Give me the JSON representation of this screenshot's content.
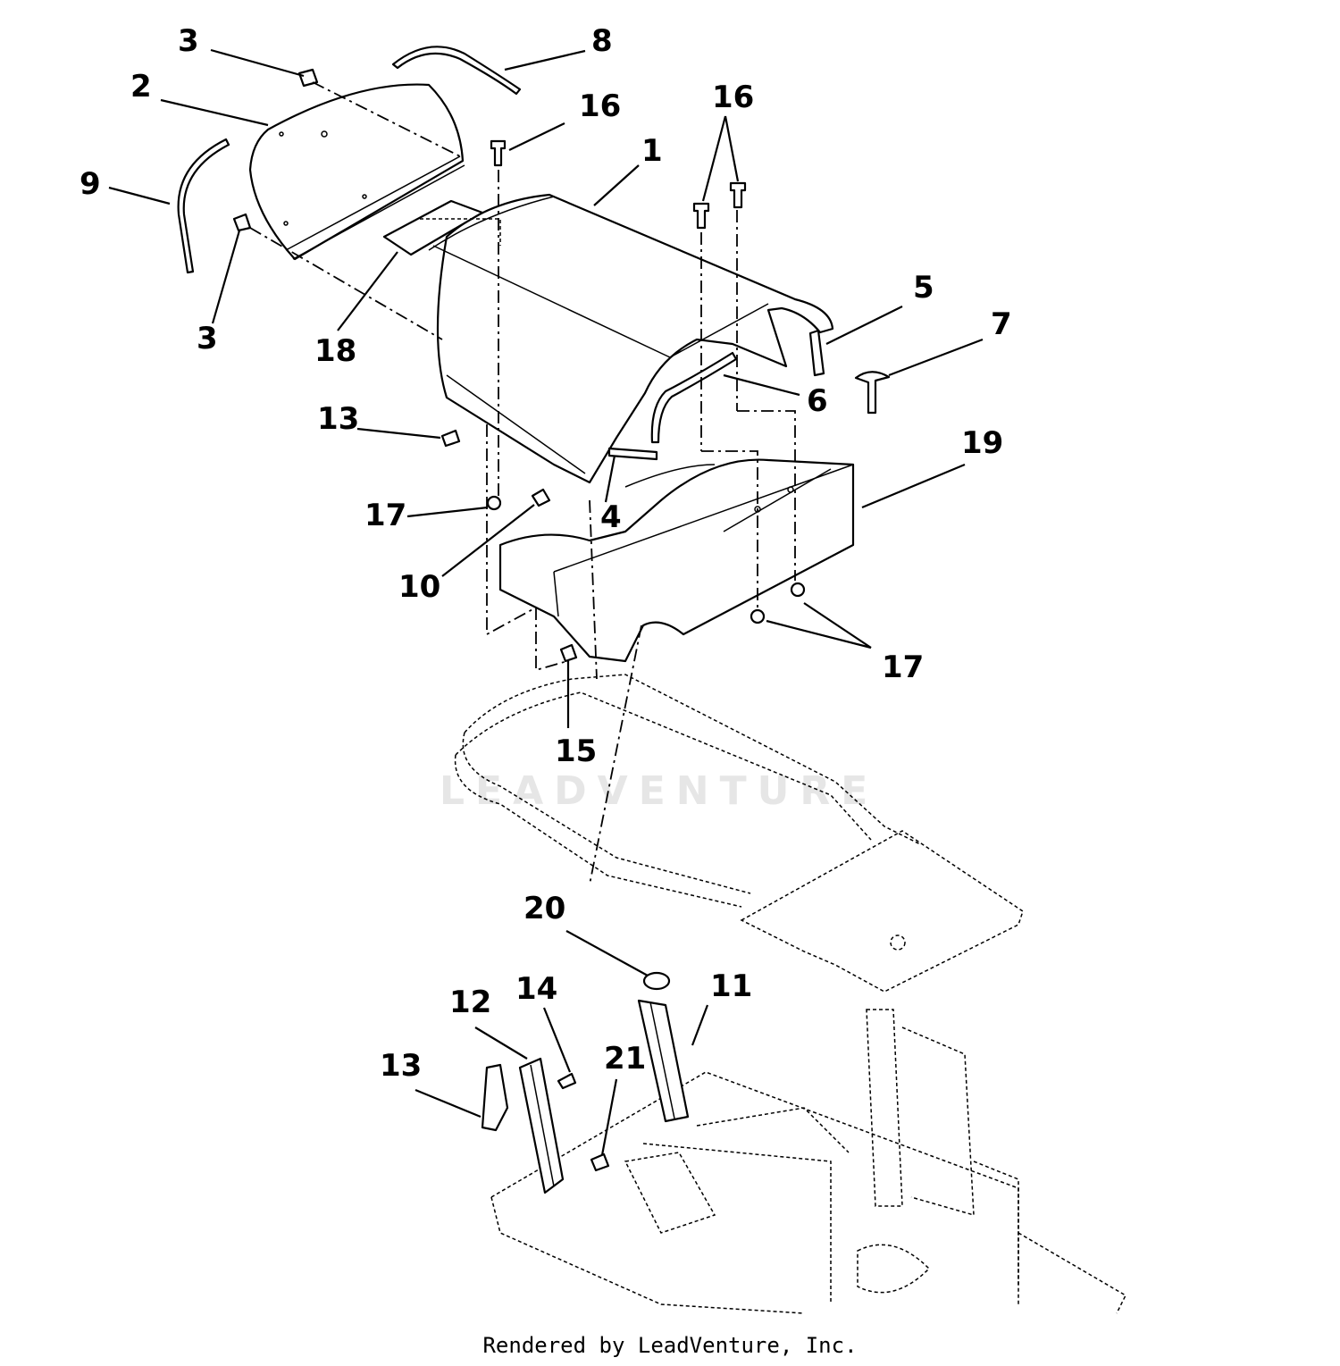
{
  "watermark": "LEADVENTURE",
  "footer": "Rendered by LeadVenture, Inc.",
  "callouts": {
    "c1": "1",
    "c2": "2",
    "c3a": "3",
    "c3b": "3",
    "c4": "4",
    "c5": "5",
    "c6": "6",
    "c7": "7",
    "c8": "8",
    "c9": "9",
    "c10": "10",
    "c11": "11",
    "c12": "12",
    "c13a": "13",
    "c13b": "13",
    "c14": "14",
    "c15": "15",
    "c16a": "16",
    "c16b": "16",
    "c17a": "17",
    "c17b": "17",
    "c18": "18",
    "c19": "19",
    "c20": "20",
    "c21": "21"
  }
}
